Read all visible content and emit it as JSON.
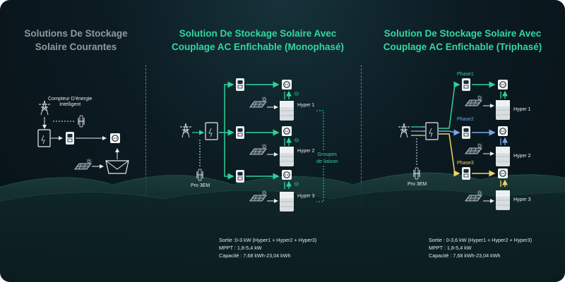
{
  "panels": {
    "left": {
      "title": "Solutions De Stockage\nSolaire Courantes"
    },
    "middle": {
      "title": "Solution De Stockage Solaire Avec\nCouplage AC Enfichable (Monophasé)"
    },
    "right": {
      "title": "Solution De Stockage Solaire Avec\nCouplage AC Enfichable (Triphasé)"
    }
  },
  "labels": {
    "meter": "Compteur D'énergie\nIntelligent",
    "pro3em_mid": "Pro 3EM",
    "pro3em_right": "Pro 3EM",
    "mid_hyper1": "Hyper 1",
    "mid_hyper2": "Hyper 2",
    "mid_hyper3": "Hyper 3",
    "groups": "Groupes\nde liaison",
    "phase1": "Phase1",
    "phase2": "Phase2",
    "phase3": "Phase3",
    "right_hyper1": "Hyper 1",
    "right_hyper2": "Hyper 2",
    "right_hyper3": "Hyper 3"
  },
  "specs": {
    "mid": {
      "output": "Sortie :0-3 kW (Hyper1 + Hyper2 + Hyper3)",
      "mppt": "MPPT : 1,8-5,4 kW",
      "capacity": "Capacité : 7,68 kWh-23,04 kWh"
    },
    "right": {
      "output": "Sortie : 0-3,6 kW (Hyper1 + Hyper2 + Hyper3)",
      "mppt": "MPPT : 1,8-5,4 kW",
      "capacity": "Capacité : 7,68 kWh-23,04 kWh"
    }
  },
  "colors": {
    "green": "#2fd39a",
    "white": "#e8ecee",
    "phase1": "#2fd39a",
    "phase2": "#7aa7e8",
    "phase3": "#f2d36a"
  }
}
